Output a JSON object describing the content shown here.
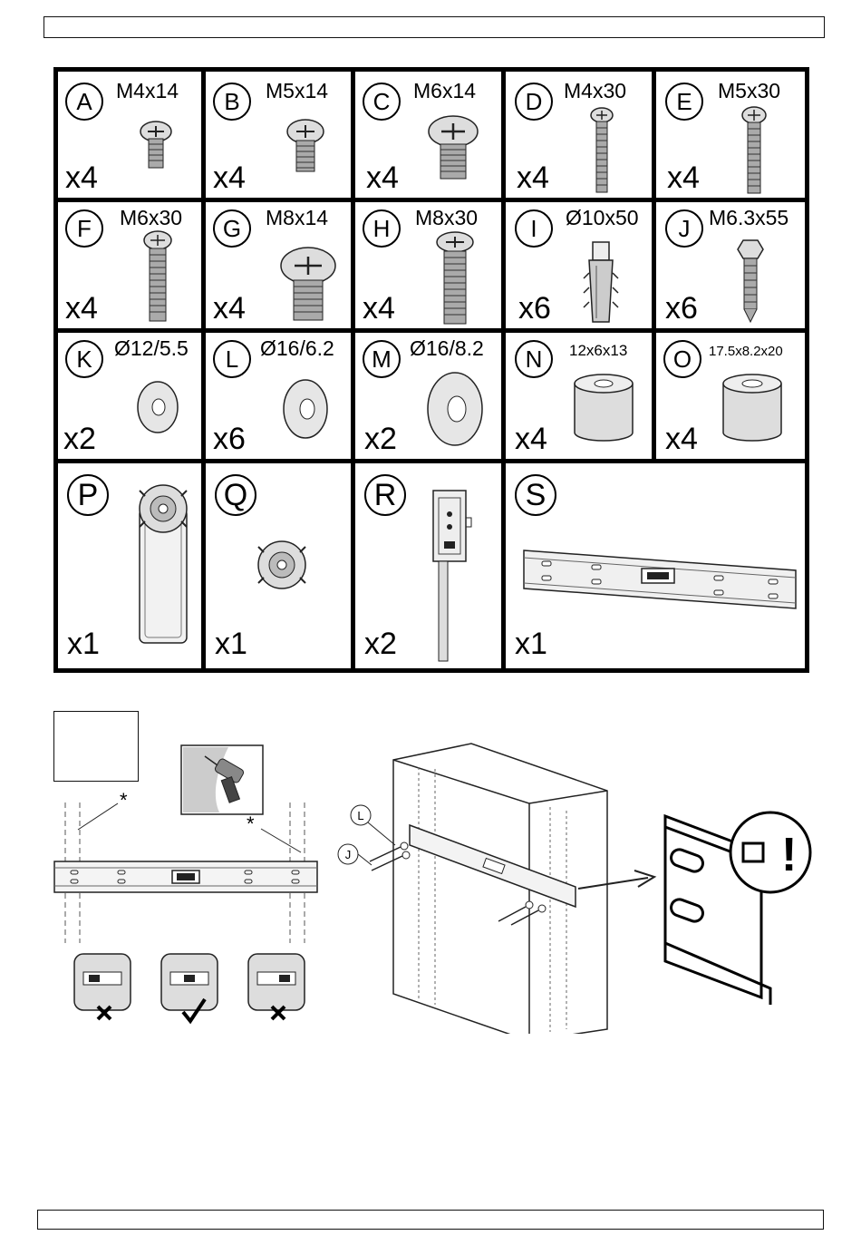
{
  "parts": [
    {
      "letter": "A",
      "size": "M4x14",
      "qty": "x4"
    },
    {
      "letter": "B",
      "size": "M5x14",
      "qty": "x4"
    },
    {
      "letter": "C",
      "size": "M6x14",
      "qty": "x4"
    },
    {
      "letter": "D",
      "size": "M4x30",
      "qty": "x4"
    },
    {
      "letter": "E",
      "size": "M5x30",
      "qty": "x4"
    },
    {
      "letter": "F",
      "size": "M6x30",
      "qty": "x4"
    },
    {
      "letter": "G",
      "size": "M8x14",
      "qty": "x4"
    },
    {
      "letter": "H",
      "size": "M8x30",
      "qty": "x4"
    },
    {
      "letter": "I",
      "size": "Ø10x50",
      "qty": "x6"
    },
    {
      "letter": "J",
      "size": "M6.3x55",
      "qty": "x6"
    },
    {
      "letter": "K",
      "size": "Ø12/5.5",
      "qty": "x2"
    },
    {
      "letter": "L",
      "size": "Ø16/6.2",
      "qty": "x6"
    },
    {
      "letter": "M",
      "size": "Ø16/8.2",
      "qty": "x2"
    },
    {
      "letter": "N",
      "size": "12x6x13",
      "qty": "x4"
    },
    {
      "letter": "O",
      "size": "17.5x8.2x20",
      "qty": "x4"
    },
    {
      "letter": "P",
      "size": "",
      "qty": "x1"
    },
    {
      "letter": "Q",
      "size": "",
      "qty": "x1"
    },
    {
      "letter": "R",
      "size": "",
      "qty": "x2"
    },
    {
      "letter": "S",
      "size": "",
      "qty": "x1"
    }
  ],
  "diagram": {
    "callout_l": "L",
    "callout_j": "J",
    "asterisk": "*",
    "exclamation": "!"
  }
}
